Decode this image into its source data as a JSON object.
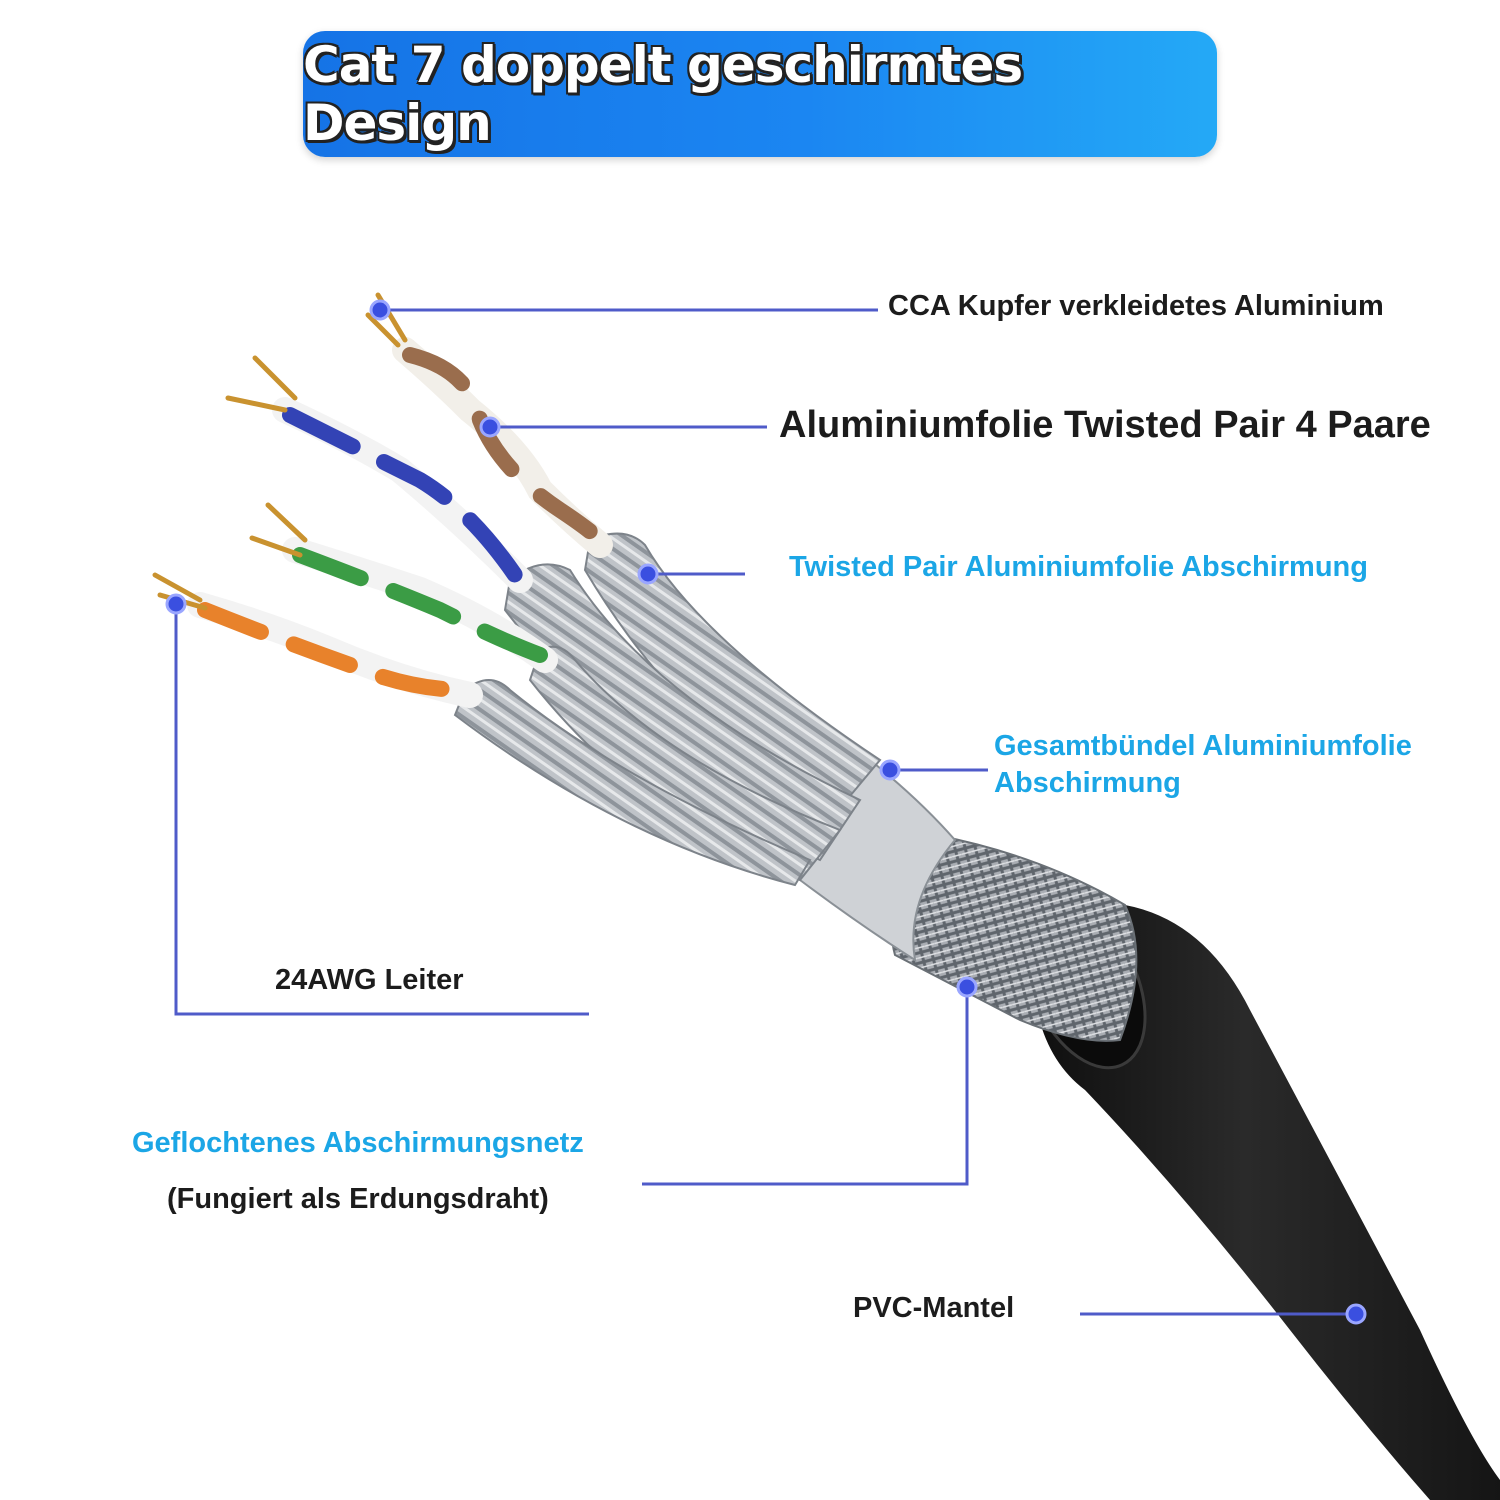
{
  "header": {
    "title": "Cat 7 doppelt geschirmtes Design"
  },
  "callouts": {
    "cca": "CCA Kupfer verkleidetes Aluminium",
    "twisted_pair": "Aluminiumfolie Twisted Pair 4 Paare",
    "pair_shield": "Twisted Pair Aluminiumfolie Abschirmung",
    "bundle_shield_line1": "Gesamtbündel Aluminiumfolie",
    "bundle_shield_line2": "Abschirmung",
    "conductor": "24AWG Leiter",
    "braid_line1": "Geflochtenes Abschirmungsnetz",
    "braid_line2": "(Fungiert als Erdungsdraht)",
    "jacket": "PVC-Mantel"
  },
  "colors": {
    "banner_start": "#1573e6",
    "banner_end": "#24a9f6",
    "leader_line": "#4f5bc9",
    "marker_dot": "#3a4fe0",
    "cyan_text": "#1ba6e6",
    "dark_text": "#1c1c1c",
    "jacket": "#1c1c1c",
    "foil": "#b8bcc2",
    "pair_brown": "#9a6d4d",
    "pair_blue": "#3343b5",
    "pair_green": "#3b9c45",
    "pair_orange": "#e8822b"
  }
}
